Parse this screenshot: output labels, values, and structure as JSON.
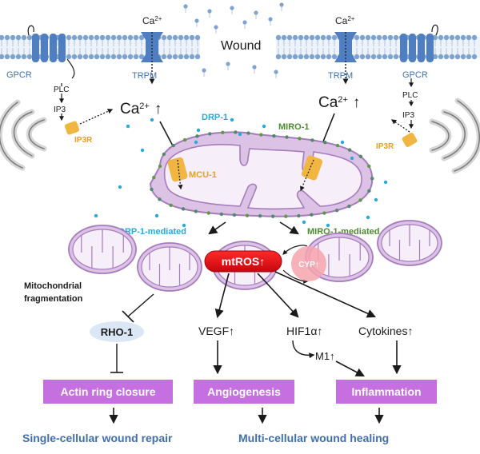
{
  "membrane": {
    "wound": "Wound",
    "ca_label": "Ca",
    "ca_charge": "2+",
    "trpm": "TRPM",
    "gpcr": "GPCR"
  },
  "signaling": {
    "plc": "PLC",
    "ip3": "IP3",
    "ip3r": "IP3R",
    "ca_up_symbol": "↑"
  },
  "mitochondrion": {
    "drp1": "DRP-1",
    "miro1": "MIRO-1",
    "mcu1": "MCU-1"
  },
  "fission": {
    "drp1_mediated": "DRP-1-mediated",
    "miro1_mediated": "MIRO-1-mediated",
    "fragmentation_line1": "Mitochondrial",
    "fragmentation_line2": "fragmentation",
    "mtros": "mtROS↑",
    "cyp": "CYP↑"
  },
  "effectors": {
    "rho1": "RHO-1",
    "vegf": "VEGF↑",
    "hif1a": "HIF1α↑",
    "cytokines": "Cytokines↑",
    "m1": "M1↑"
  },
  "outcomes": {
    "actin": "Actin ring closure",
    "angio": "Angiogenesis",
    "inflam": "Inflammation"
  },
  "summary": {
    "single": "Single-cellular wound repair",
    "multi": "Multi-cellular wound healing"
  },
  "colors": {
    "membrane_head": "#7fa3cf",
    "channel": "#4f7fc0",
    "mito_fill": "#dcc3e6",
    "mito_stroke": "#a57bbd",
    "box_purple": "#c56fe0",
    "mtros_red": "#e3131b",
    "cyp_pink": "#f6a3ad",
    "rho_fill": "#dbe7f4",
    "ip3r_orange": "#f1b640"
  }
}
